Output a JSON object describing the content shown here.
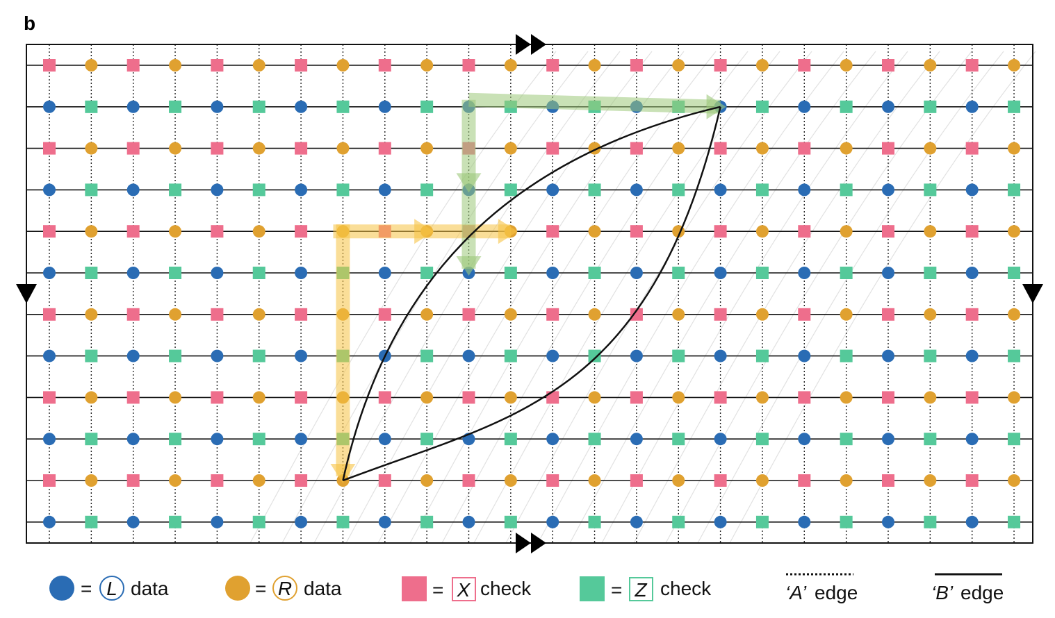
{
  "panel_label": "b",
  "colors": {
    "l_data": "#2a6cb4",
    "r_data": "#e0a130",
    "x_check": "#ee6e8c",
    "z_check": "#55c99a",
    "yellow_path": "#f6c344",
    "green_path": "#9cc87a",
    "line": "#111111"
  },
  "grid": {
    "columns": 24,
    "rows": 12
  },
  "legend": {
    "l_data": {
      "symbol": "L",
      "label": "data"
    },
    "r_data": {
      "symbol": "R",
      "label": "data"
    },
    "x_check": {
      "symbol": "X",
      "label": "check"
    },
    "z_check": {
      "symbol": "Z",
      "label": "check"
    },
    "a_edge": {
      "symbol": "‘A’",
      "label": "edge"
    },
    "b_edge": {
      "symbol": "‘B’",
      "label": "edge"
    }
  },
  "icons": {
    "top_marker": "double-triangle-right-icon",
    "bottom_marker": "double-triangle-right-icon",
    "left_marker": "triangle-down-icon",
    "right_marker": "triangle-down-icon"
  }
}
